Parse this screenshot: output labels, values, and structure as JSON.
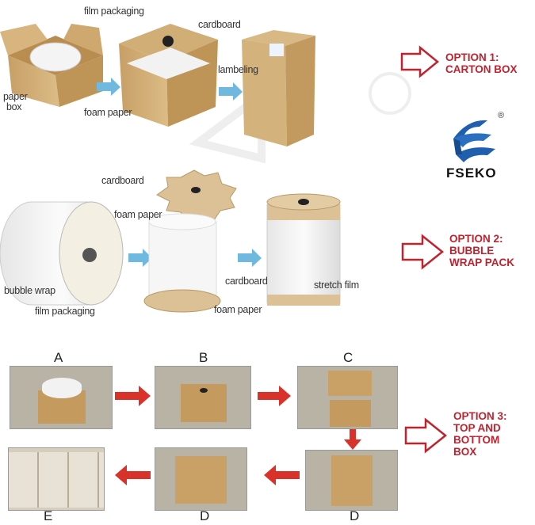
{
  "option1": {
    "title": "OPTION 1:",
    "subtitle": "CARTON BOX",
    "labels": {
      "film_packaging": "film packaging",
      "paper_box_1": "paper",
      "paper_box_2": "box",
      "foam_paper": "foam paper",
      "cardboard": "cardboard",
      "lambeling": "lambeling"
    }
  },
  "logo": {
    "text": "FSEKO",
    "mark": "®",
    "color": "#1f5fae"
  },
  "option2": {
    "title": "OPTION 2:",
    "line2": "BUBBLE",
    "line3": "WRAP PACK",
    "labels": {
      "cardboard_top": "cardboard",
      "foam_paper_top": "foam paper",
      "bubble_wrap": "bubble wrap",
      "film_packaging": "film packaging",
      "cardboard_bottom": "cardboard",
      "foam_paper_bottom": "foam paper",
      "stretch_film": "stretch film"
    }
  },
  "option3": {
    "title": "OPTION 3:",
    "line2": "TOP AND",
    "line3": "BOTTOM",
    "line4": "BOX",
    "steps_top": [
      "A",
      "B",
      "C"
    ],
    "steps_bottom": [
      "E",
      "D",
      "D"
    ]
  },
  "colors": {
    "accent_red": "#c0222e",
    "arrow_blue": "#6fb8e0",
    "cardboard": "#c9a56e"
  }
}
